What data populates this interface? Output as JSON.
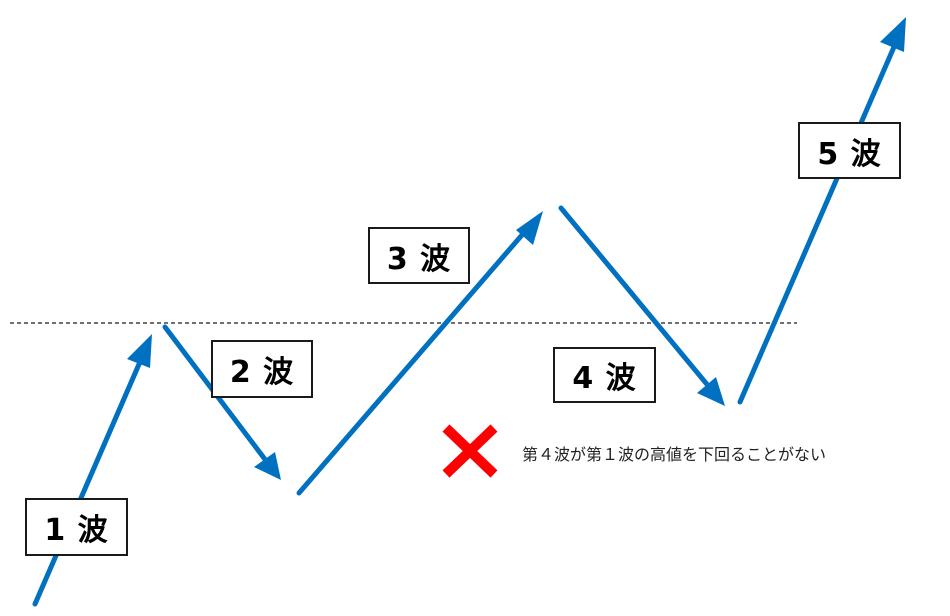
{
  "diagram": {
    "title": "",
    "colors": {
      "arrow": "#0070C0",
      "dashed_line": "#1a1a1a",
      "box_border": "#1a1a1a",
      "cross": "#FF0000",
      "text": "#000000"
    },
    "waves": [
      {
        "id": 1,
        "label": "1 波",
        "direction": "up"
      },
      {
        "id": 2,
        "label": "2 波",
        "direction": "down"
      },
      {
        "id": 3,
        "label": "3 波",
        "direction": "up"
      },
      {
        "id": 4,
        "label": "4 波",
        "direction": "down"
      },
      {
        "id": 5,
        "label": "5 波",
        "direction": "up"
      }
    ],
    "reference_line": {
      "description": "1波の高値 (dashed horizontal line)"
    },
    "rule": {
      "icon": "red-cross-icon",
      "text": "第４波が第１波の高値を下回ることがない"
    }
  }
}
